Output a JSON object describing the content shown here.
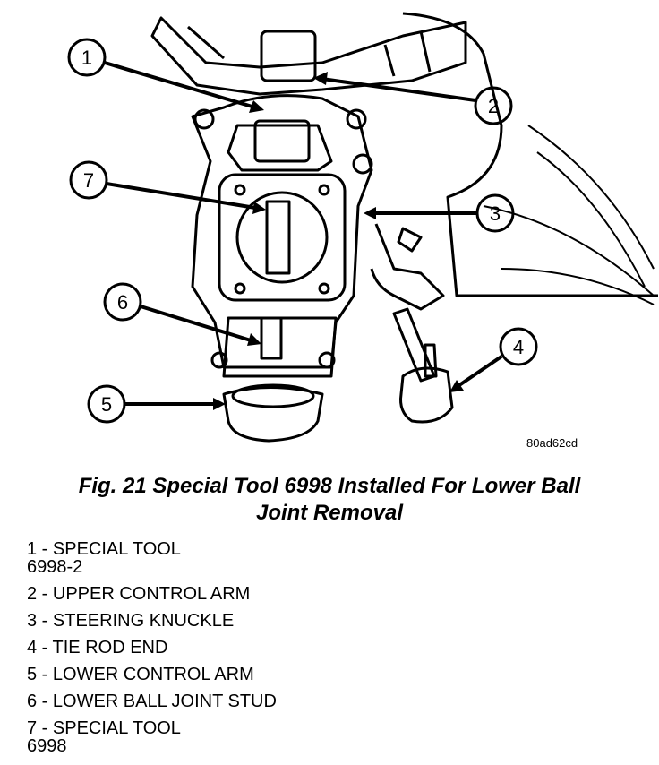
{
  "figure_code": "80ad62cd",
  "caption": {
    "line1": "Fig. 21 Special Tool 6998 Installed For Lower Ball",
    "line2": "Joint Removal"
  },
  "callouts": [
    "1",
    "2",
    "3",
    "4",
    "5",
    "6",
    "7"
  ],
  "legend": [
    {
      "line1": "1 - SPECIAL TOOL",
      "line2": "6998-2"
    },
    {
      "line1": "2 - UPPER CONTROL ARM",
      "line2": ""
    },
    {
      "line1": "3 - STEERING KNUCKLE",
      "line2": ""
    },
    {
      "line1": "4 - TIE ROD END",
      "line2": ""
    },
    {
      "line1": "5 - LOWER CONTROL ARM",
      "line2": ""
    },
    {
      "line1": "6 - LOWER BALL JOINT STUD",
      "line2": ""
    },
    {
      "line1": "7 - SPECIAL TOOL",
      "line2": "6998"
    }
  ]
}
